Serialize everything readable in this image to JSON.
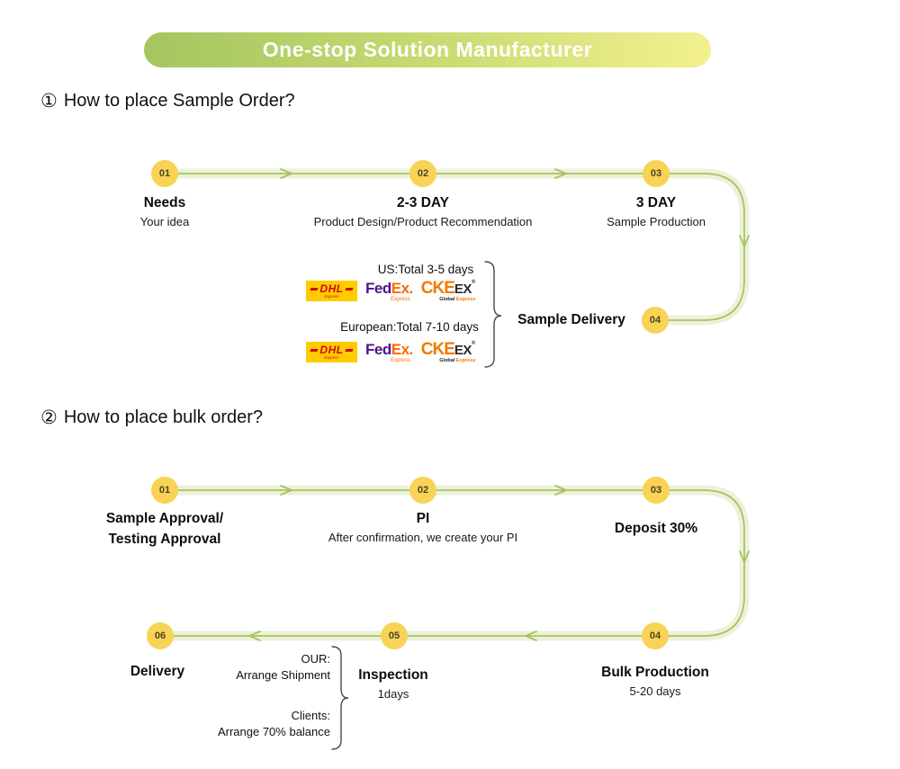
{
  "banner": {
    "title": "One-stop Solution Manufacturer"
  },
  "colors": {
    "banner_gradient_start": "#a5c55e",
    "banner_gradient_end": "#f3f08f",
    "flow_line": "#a9c361",
    "flow_glow": "#ecf2da",
    "circle_fill": "#f8d355",
    "dhl_bg": "#ffcc00",
    "dhl_red": "#d40511",
    "fedex_purple": "#4d148c",
    "fedex_orange": "#ff6600",
    "ckeex_orange": "#f07900"
  },
  "section1": {
    "heading_number": "①",
    "heading": "How to place Sample Order?",
    "steps": {
      "s1": {
        "num": "01",
        "title": "Needs",
        "subtitle": "Your idea"
      },
      "s2": {
        "num": "02",
        "title": "2-3 DAY",
        "subtitle": "Product Design/Product Recommendation"
      },
      "s3": {
        "num": "03",
        "title": "3 DAY",
        "subtitle": "Sample Production"
      },
      "s4": {
        "num": "04",
        "title": "Sample Delivery"
      }
    },
    "delivery": {
      "us_line": "US:Total 3-5 days",
      "eu_line": "European:Total 7-10 days"
    }
  },
  "section2": {
    "heading_number": "②",
    "heading": "How to place bulk order?",
    "steps": {
      "s1": {
        "num": "01",
        "title_line1": "Sample Approval/",
        "title_line2": "Testing Approval"
      },
      "s2": {
        "num": "02",
        "title": "PI",
        "subtitle": "After confirmation, we create your PI"
      },
      "s3": {
        "num": "03",
        "title": "Deposit 30%"
      },
      "s4": {
        "num": "04",
        "title": "Bulk Production",
        "subtitle": "5-20 days"
      },
      "s5": {
        "num": "05",
        "title": "Inspection",
        "subtitle": "1days"
      },
      "s6": {
        "num": "06",
        "title": "Delivery"
      }
    },
    "shipment_note": {
      "our_label": "OUR:",
      "our_text": "Arrange Shipment",
      "clients_label": "Clients:",
      "clients_text": "Arrange 70% balance"
    }
  },
  "logos": {
    "dhl": {
      "name": "DHL",
      "sub": "Express"
    },
    "fedex": {
      "part1": "Fed",
      "part2": "Ex.",
      "sub": "Express"
    },
    "ckeex": {
      "part1": "CKE",
      "part2": "EX",
      "reg": "®",
      "sub1": "Global",
      "sub2": "Express"
    }
  }
}
